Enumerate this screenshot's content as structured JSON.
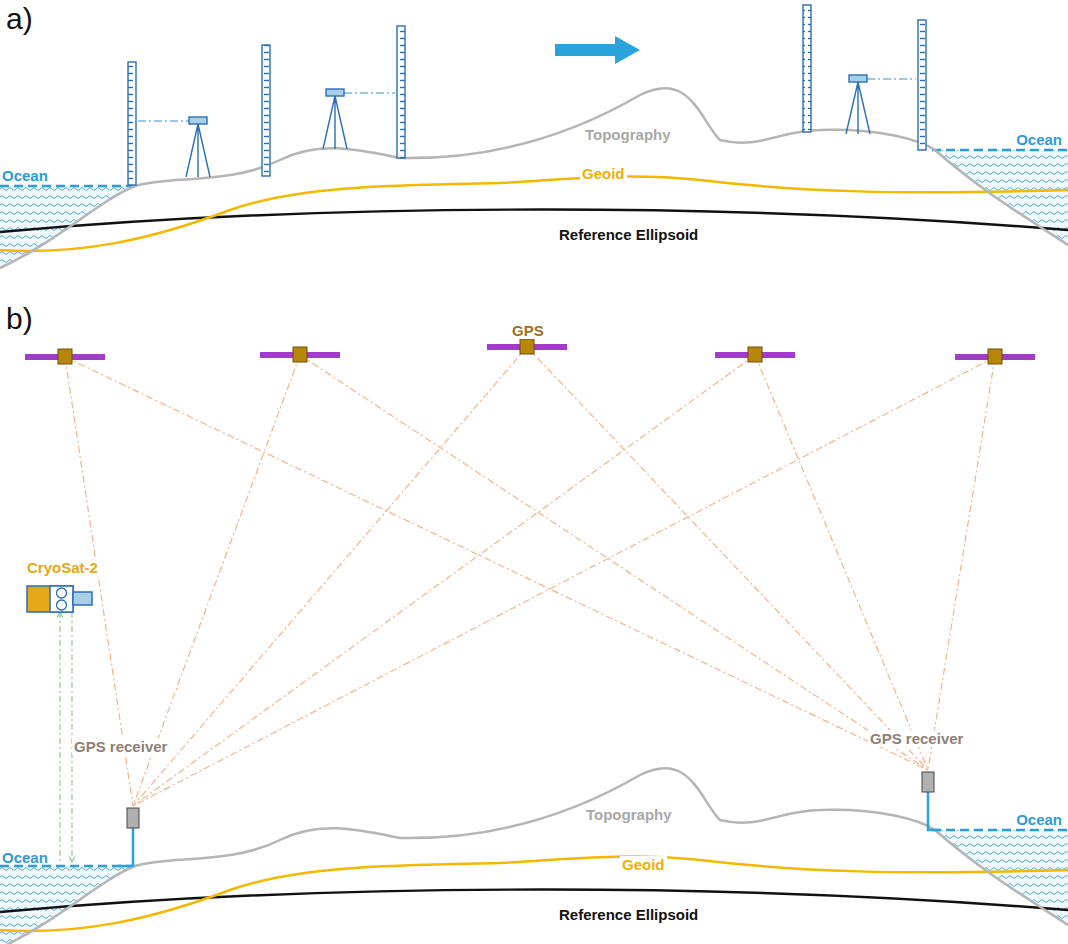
{
  "diagram": {
    "labels": [
      "a)",
      "Ocean",
      "Topography",
      "Ocean",
      "Geoid",
      "Reference Ellipsoid",
      "b)",
      "GPS",
      "CryoSat-2",
      "GPS receiver",
      "GPS receiver",
      "Topography",
      "Ocean",
      "Ocean",
      "Geoid",
      "Reference Ellipsoid"
    ]
  }
}
